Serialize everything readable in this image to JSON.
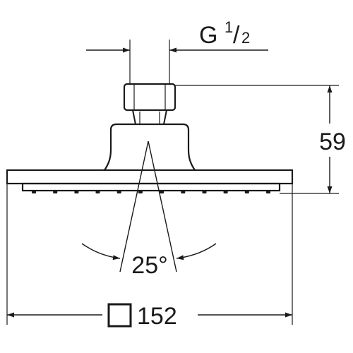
{
  "thread": {
    "letter": "G",
    "num": "1",
    "den": "2"
  },
  "height": {
    "value": "59"
  },
  "angle": {
    "value": "25°"
  },
  "width": {
    "value": "152"
  },
  "nozzle_count": 12
}
